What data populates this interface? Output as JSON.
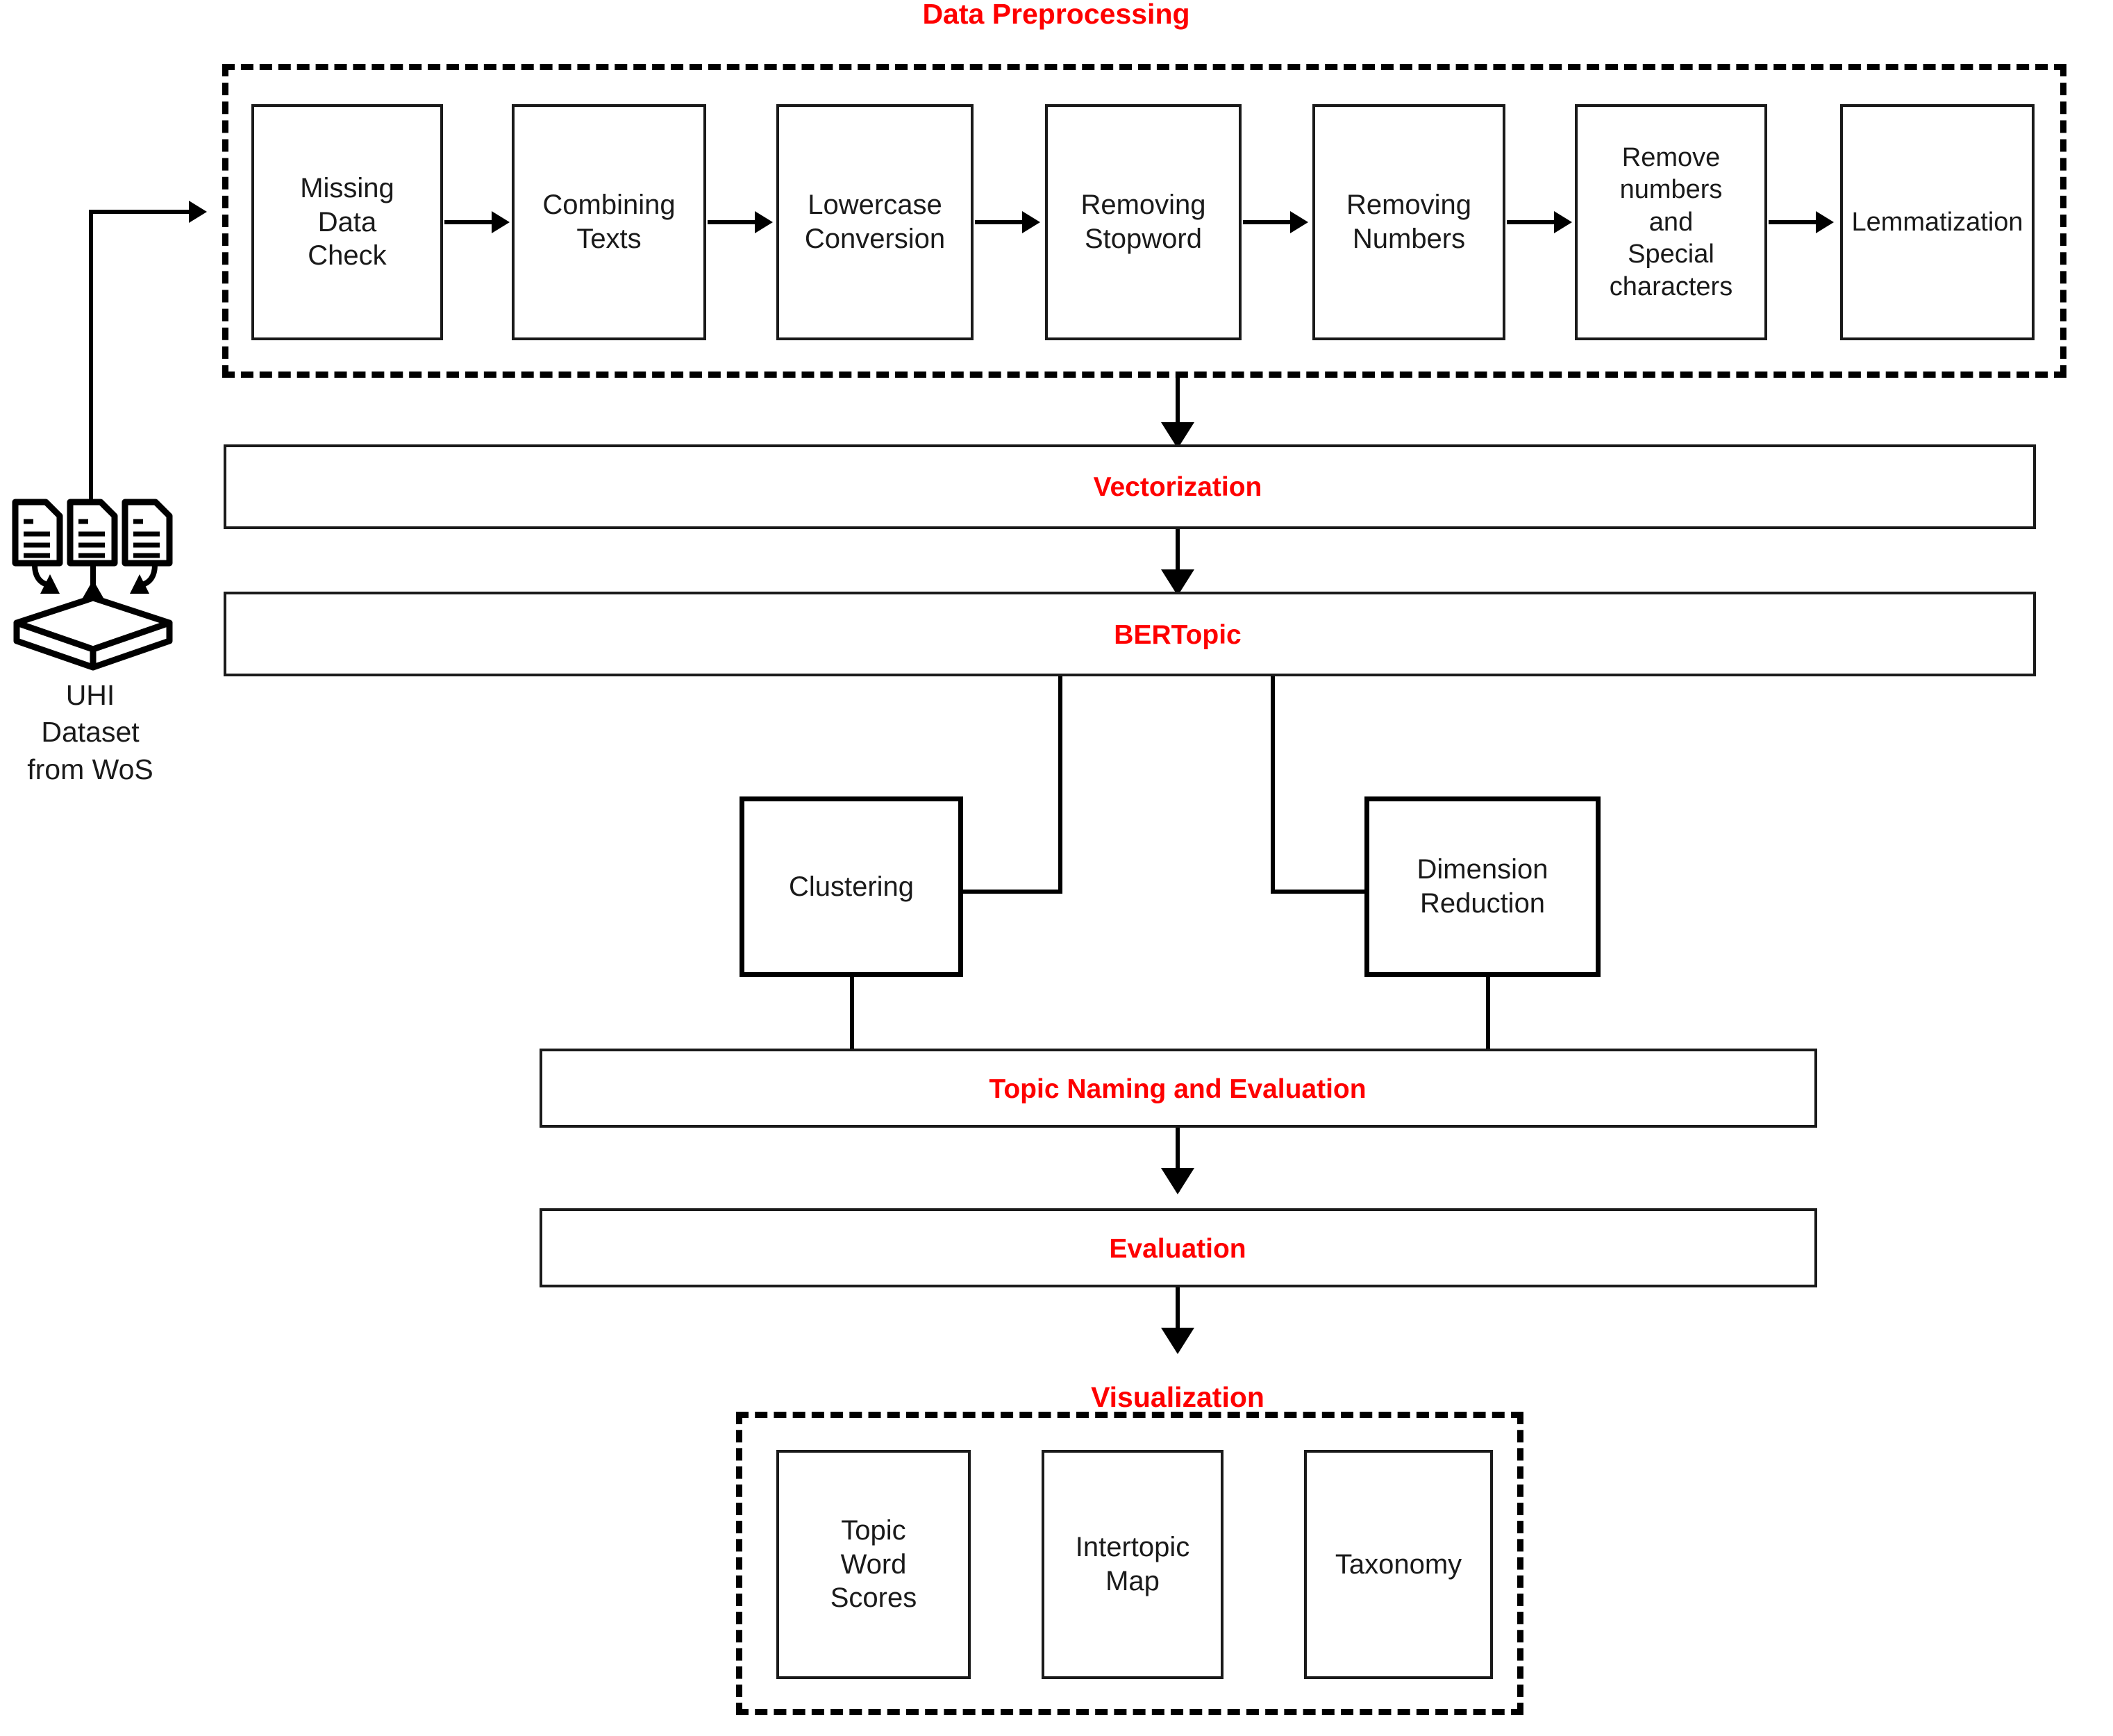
{
  "diagram": {
    "title": "BERTopic UHI topic modelling pipeline flowchart",
    "accent_color": "#fe0000",
    "line_color": "#000000",
    "background": "#ffffff"
  },
  "source": {
    "icon": "documents-into-database-icon",
    "caption_line1": "UHI",
    "caption_line2": "Dataset",
    "caption_line3": "from WoS"
  },
  "preprocessing": {
    "section_label": "Data Preprocessing",
    "steps": [
      {
        "id": "missing-data-check",
        "label": "Missing\nData\nCheck"
      },
      {
        "id": "combining-texts",
        "label": "Combining\nTexts"
      },
      {
        "id": "lowercase-conversion",
        "label": "Lowercase\nConversion"
      },
      {
        "id": "removing-stopword",
        "label": "Removing\nStopword"
      },
      {
        "id": "removing-numbers",
        "label": "Removing\nNumbers"
      },
      {
        "id": "remove-numbers-and-special-characters",
        "label": "Remove\nnumbers\nand\nSpecial\ncharacters"
      },
      {
        "id": "lemmatization",
        "label": "Lemmatization"
      }
    ]
  },
  "stages": {
    "vectorization": "Vectorization",
    "bertopic": "BERTopic",
    "topic_naming_and_evaluation": "Topic Naming and Evaluation",
    "evaluation": "Evaluation"
  },
  "bertopic_children": {
    "clustering": "Clustering",
    "dimension_reduction": "Dimension\nReduction"
  },
  "visualization": {
    "section_label": "Visualization",
    "outputs": [
      {
        "id": "topic-word-scores",
        "label": "Topic\nWord\nScores"
      },
      {
        "id": "intertopic-map",
        "label": "Intertopic\nMap"
      },
      {
        "id": "taxonomy",
        "label": "Taxonomy"
      }
    ]
  },
  "chart_data": {
    "type": "flowchart",
    "title": "UHI BERTopic analysis pipeline",
    "nodes": [
      "UHI Dataset from WoS",
      "Missing Data Check",
      "Combining Texts",
      "Lowercase Conversion",
      "Removing Stopword",
      "Removing Numbers",
      "Remove numbers and Special characters",
      "Lemmatization",
      "Vectorization",
      "BERTopic",
      "Clustering",
      "Dimension Reduction",
      "Topic Naming and Evaluation",
      "Evaluation",
      "Topic Word Scores",
      "Intertopic Map",
      "Taxonomy"
    ],
    "groups": [
      "Data Preprocessing",
      "Visualization"
    ],
    "edges": [
      [
        "UHI Dataset from WoS",
        "Missing Data Check"
      ],
      [
        "Missing Data Check",
        "Combining Texts"
      ],
      [
        "Combining Texts",
        "Lowercase Conversion"
      ],
      [
        "Lowercase Conversion",
        "Removing Stopword"
      ],
      [
        "Removing Stopword",
        "Removing Numbers"
      ],
      [
        "Removing Numbers",
        "Remove numbers and Special characters"
      ],
      [
        "Remove numbers and Special characters",
        "Lemmatization"
      ],
      [
        "Data Preprocessing",
        "Vectorization"
      ],
      [
        "Vectorization",
        "BERTopic"
      ],
      [
        "BERTopic",
        "Clustering"
      ],
      [
        "BERTopic",
        "Dimension Reduction"
      ],
      [
        "Clustering",
        "Topic Naming and Evaluation"
      ],
      [
        "Dimension Reduction",
        "Topic Naming and Evaluation"
      ],
      [
        "Topic Naming and Evaluation",
        "Evaluation"
      ],
      [
        "Evaluation",
        "Visualization"
      ]
    ]
  }
}
